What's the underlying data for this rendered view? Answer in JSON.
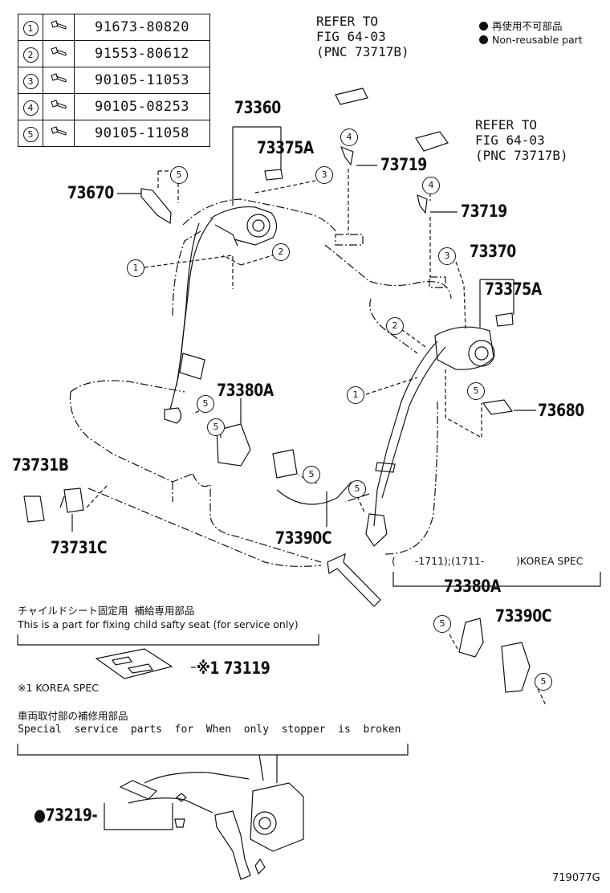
{
  "parts_table": [
    {
      "circle": "1",
      "icon": "bolt-icon",
      "number": "91673-80820"
    },
    {
      "circle": "2",
      "icon": "bolt-icon",
      "number": "91553-80612"
    },
    {
      "circle": "3",
      "icon": "bolt-icon",
      "number": "90105-11053"
    },
    {
      "circle": "4",
      "icon": "bolt-icon",
      "number": "90105-08253"
    },
    {
      "circle": "5",
      "icon": "bolt-icon",
      "number": "90105-11058"
    }
  ],
  "legend": {
    "jp": "再使用不可部品",
    "en": "Non-reusable part"
  },
  "refer_top": {
    "line1": "REFER TO",
    "line2": "FIG 64-03",
    "line3": "(PNC 73717B)"
  },
  "refer_right": {
    "line1": "REFER TO",
    "line2": "FIG 64-03",
    "line3": "(PNC 73717B)"
  },
  "labels": {
    "p73360": "73360",
    "p73375a_left": "73375A",
    "p73719_top": "73719",
    "p73719_right": "73719",
    "p73670": "73670",
    "p73370": "73370",
    "p73375a_right": "73375A",
    "p73380a": "73380A",
    "p73680": "73680",
    "p73731b": "73731B",
    "p73731c": "73731C",
    "p73390c": "73390C",
    "p73380a_korea": "73380A",
    "p73390c_korea": "73390C",
    "p73119": "※1 73119",
    "p73219": "●73219-"
  },
  "callouts": {
    "c5_a": "5",
    "c3_a": "3",
    "c1_a": "1",
    "c2_a": "2",
    "c4_a": "4",
    "c4_b": "4",
    "c3_b": "3",
    "c2_b": "2",
    "c1_b": "1",
    "c5_b": "5",
    "c5_c": "5",
    "c5_d": "5",
    "c5_e": "5",
    "c5_f": "5",
    "c5_g": "5",
    "c5_h": "5"
  },
  "korea_spec": "(      -1711);(1711-          )KOREA SPEC",
  "child_seat": {
    "jp": "チャイルドシート固定用  補給専用部品",
    "en": "This is a part for fixing child safty seat (for service only)"
  },
  "korea_note": "※1 KOREA SPEC",
  "service_parts": {
    "jp": "車両取付部の補修用部品",
    "en": "Special  service  parts  for  When  only  stopper  is  broken"
  },
  "figure_id": "719077G"
}
